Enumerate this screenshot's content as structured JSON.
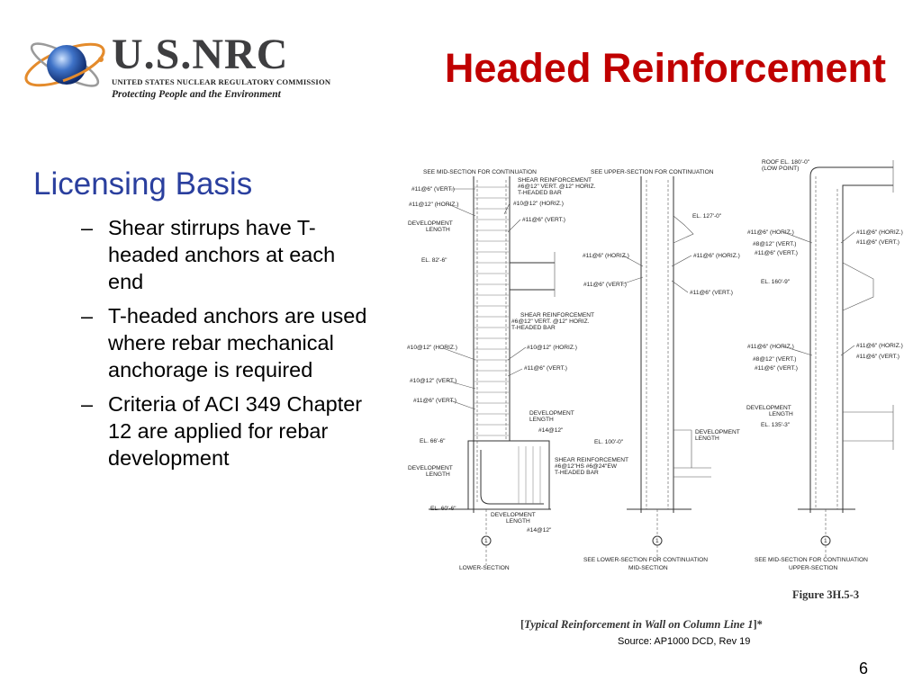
{
  "logo": {
    "wordmark": "U.S.NRC",
    "agency": "UNITED STATES NUCLEAR REGULATORY COMMISSION",
    "tagline": "Protecting People and the Environment"
  },
  "title": "Headed Reinforcement",
  "heading": "Licensing Basis",
  "bullets": [
    "Shear stirrups have T-headed anchors at each end",
    "T-headed anchors are used where rebar mechanical anchorage is required",
    "Criteria of ACI 349 Chapter 12 are applied for rebar development"
  ],
  "bullet_marker": "–",
  "figure": {
    "labels": {
      "see_mid_section": "SEE MID-SECTION FOR CONTINUATION",
      "see_upper_section": "SEE UPPER-SECTION FOR CONTINUATION",
      "roof_el": "ROOF EL. 180'-0\"",
      "low_point": "(LOW POINT)",
      "shear_reinf_1a": "SHEAR REINFORCEMENT",
      "shear_reinf_1b": "#6@12\" VERT. @12\" HORIZ.",
      "shear_reinf_1c": "T-HEADED BAR",
      "ls_11_vert_1": "#11@6\" (VERT.)",
      "ls_11_horiz": "#11@12\" (HORIZ.)",
      "ls_10_horiz_1": "#10@12\" (HORIZ.)",
      "ls_11_vert_2": "#11@6\" (VERT.)",
      "dev_length": "DEVELOPMENT",
      "length": "LENGTH",
      "el_82": "EL. 82'-6\"",
      "shear_reinf_2a": "SHEAR REINFORCEMENT",
      "shear_reinf_2b": "#6@12\" VERT. @12\" HORIZ.",
      "shear_reinf_2c": "T-HEADED BAR",
      "ls_10_horiz_2": "#10@12\" (HORIZ.)",
      "ls_10_horiz_3": "#10@12\" (HORIZ.)",
      "ls_11_vert_3": "#11@6\" (VERT.)",
      "ls_10_vert": "#10@12\" (VERT.)",
      "ls_11_vert_4": "#11@6\" (VERT.)",
      "ls_14_1": "#14@12\"",
      "el_66": "EL. 66'-6\"",
      "shear_reinf_3a": "SHEAR REINFORCEMENT",
      "shear_reinf_3b": "#6@12\"HS #6@24\"EW",
      "shear_reinf_3c": "T-HEADED BAR",
      "el_60": "EL. 60'-6\"",
      "ls_14_2": "#14@12\"",
      "ms_el_127": "EL. 127'-0\"",
      "ms_11_horiz_1": "#11@6\" (HORIZ.)",
      "ms_11_horiz_2": "#11@6\" (HORIZ.)",
      "ms_11_vert_1": "#11@6\" (VERT.)",
      "ms_11_vert_2": "#11@6\" (VERT.)",
      "ms_el_100": "EL. 100'-0\"",
      "us_11_horiz_1": "#11@6\" (HORIZ.)",
      "us_8_vert_1": "#8@12\" (VERT.)",
      "us_11_vert_1": "#11@6\" (VERT.)",
      "us_11_horiz_2": "#11@6\" (HORIZ.)",
      "us_11_vert_2": "#11@6\" (VERT.)",
      "us_el_160": "EL. 160'-9\"",
      "us_11_horiz_3": "#11@6\" (HORIZ.)",
      "us_8_vert_2": "#8@12\" (VERT.)",
      "us_11_vert_3": "#11@6\" (VERT.)",
      "us_11_horiz_4": "#11@6\" (HORIZ.)",
      "us_11_vert_4": "#11@6\" (VERT.)",
      "us_el_135": "EL. 135'-3\"",
      "col_line": "1",
      "lower_section": "LOWER-SECTION",
      "see_lower_section": "SEE LOWER-SECTION FOR CONTINUATION",
      "mid_section": "MID-SECTION",
      "see_mid_section_2": "SEE MID-SECTION FOR CONTINUATION",
      "upper_section": "UPPER-SECTION"
    },
    "figure_number": "Figure 3H.5-3",
    "caption_open": "[",
    "caption_text": "Typical Reinforcement in Wall on Column Line 1",
    "caption_close": "]*"
  },
  "source": "Source: AP1000 DCD, Rev 19",
  "page_number": "6",
  "colors": {
    "title": "#c00000",
    "heading": "#2a3f9e"
  }
}
